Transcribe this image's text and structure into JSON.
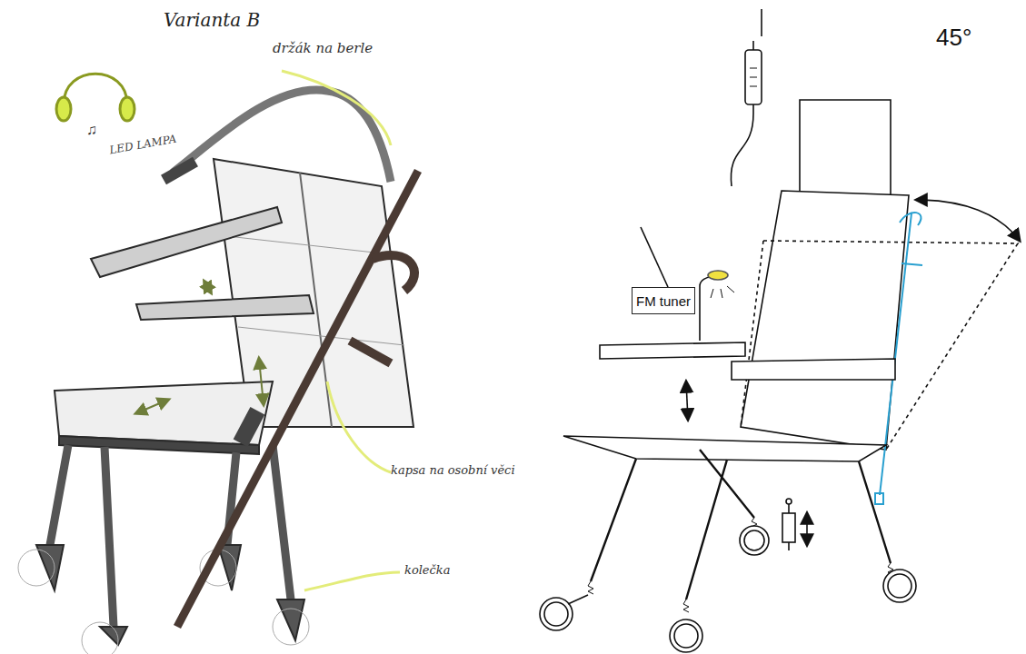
{
  "diagram": {
    "title": "Varianta B",
    "nodes": [
      {
        "text": [
          "FM tuner"
        ]
      }
    ],
    "labels": [
      "držák na berle",
      "LED LAMPA",
      "kapsa na osobní věci",
      "kolečka",
      "45°"
    ]
  }
}
